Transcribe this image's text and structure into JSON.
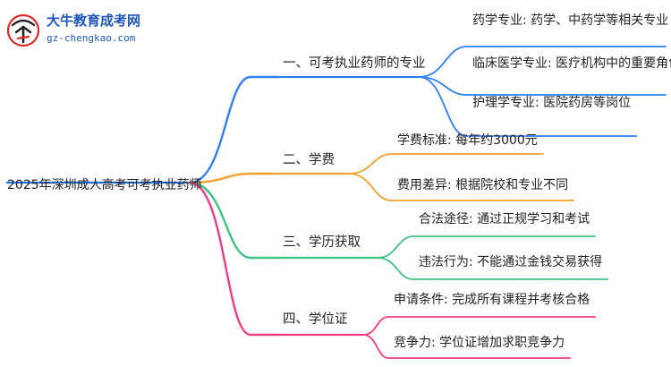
{
  "logo": {
    "name": "大牛教育成考网",
    "url": "gz-chengkao.com"
  },
  "root": {
    "label": "2025年深圳成人高考可考执业药师",
    "color": "#1a6fe0"
  },
  "branches": [
    {
      "label": "一、可考执业药师的专业",
      "color": "#2f7ff5",
      "leaves": [
        "药学专业: 药学、中药学等相关专业",
        "临床医学专业: 医疗机构中的重要角色",
        "护理学专业: 医院药房等岗位"
      ]
    },
    {
      "label": "二、学费",
      "color": "#f2a12e",
      "leaves": [
        "学费标准: 每年约3000元",
        "费用差异: 根据院校和专业不同"
      ]
    },
    {
      "label": "三、学历获取",
      "color": "#3ec283",
      "leaves": [
        "合法途径: 通过正规学习和考试",
        "违法行为: 不能通过金钱交易获得"
      ]
    },
    {
      "label": "四、学位证",
      "color": "#ee3d86",
      "leaves": [
        "申请条件: 完成所有课程并考核合格",
        "竞争力: 学位证增加求职竞争力"
      ]
    }
  ]
}
